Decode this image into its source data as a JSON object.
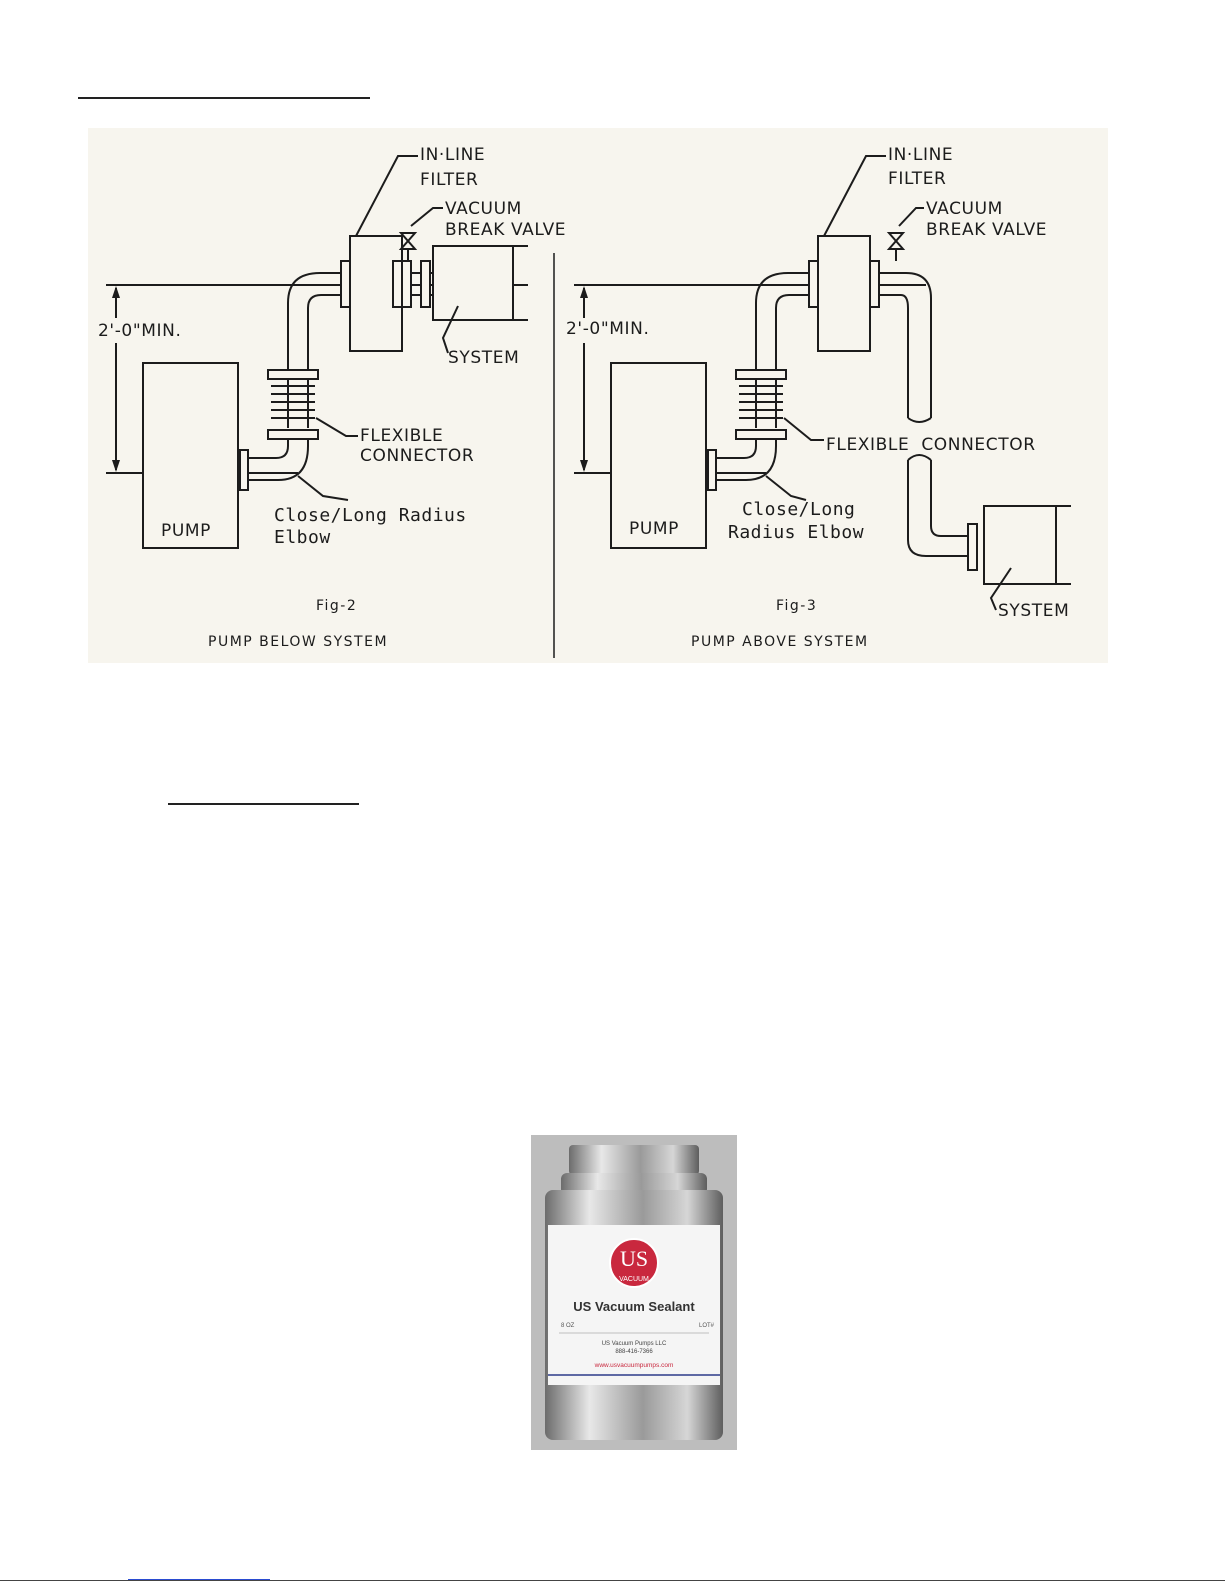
{
  "figure": {
    "fig2": {
      "filter_label_1": "IN·LINE",
      "filter_label_2": "FILTER",
      "valve_label_1": "VACUUM",
      "valve_label_2": "BREAK VALVE",
      "dimension": "2'-0\"MIN.",
      "system": "SYSTEM",
      "flex_1": "FLEXIBLE",
      "flex_2": "CONNECTOR",
      "elbow_1": "Close/Long Radius",
      "elbow_2": "Elbow",
      "pump": "PUMP",
      "fig_number": "Fig-2",
      "caption": "PUMP BELOW SYSTEM"
    },
    "fig3": {
      "filter_label_1": "IN·LINE",
      "filter_label_2": "FILTER",
      "valve_label_1": "VACUUM",
      "valve_label_2": "BREAK VALVE",
      "dimension": "2'-0\"MIN.",
      "flex": "FLEXIBLE  CONNECTOR",
      "elbow_1": "Close/Long",
      "elbow_2": "Radius Elbow",
      "pump": "PUMP",
      "system": "SYSTEM",
      "fig_number": "Fig-3",
      "caption": "PUMP ABOVE SYSTEM"
    }
  },
  "product_photo": {
    "brand_top": "US",
    "brand_ring": "VACUUM",
    "name": "US Vacuum Sealant",
    "size": "8 OZ",
    "lot": "LOT#",
    "company": "US Vacuum Pumps LLC",
    "phone": "888-416-7366",
    "website": "www.usvacuumpumps.com"
  }
}
